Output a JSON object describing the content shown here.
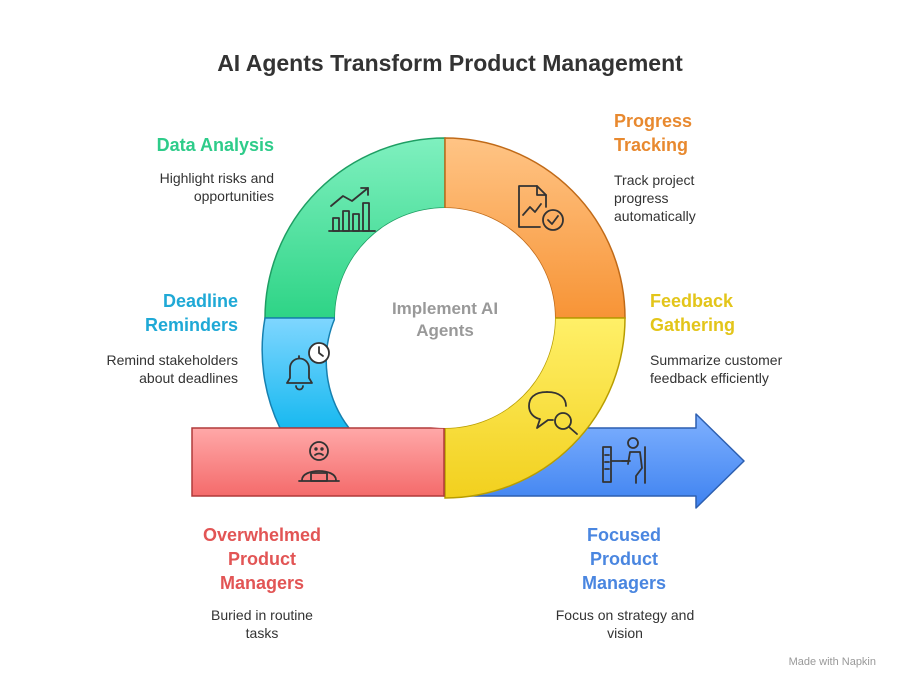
{
  "title": "AI Agents Transform Product Management",
  "center_label": "Implement AI Agents",
  "segments": {
    "data_analysis": {
      "title": "Data Analysis",
      "desc": "Highlight risks and opportunities",
      "color": "#2ECC8A"
    },
    "progress_tracking": {
      "title": "Progress Tracking",
      "desc": "Track project progress automatically",
      "color": "#E8892F"
    },
    "deadline_reminders": {
      "title": "Deadline Reminders",
      "desc": "Remind stakeholders about deadlines",
      "color": "#1FA9D6"
    },
    "feedback_gathering": {
      "title": "Feedback Gathering",
      "desc": "Summarize customer feedback efficiently",
      "color": "#E3C51A"
    }
  },
  "before": {
    "title": "Overwhelmed Product Managers",
    "desc": "Buried in routine tasks",
    "color": "#E25555"
  },
  "after": {
    "title": "Focused Product Managers",
    "desc": "Focus on strategy and vision",
    "color": "#4A86E0"
  },
  "footer": "Made with Napkin",
  "icons": [
    "chart-up-icon",
    "document-check-icon",
    "alarm-bell-icon",
    "chat-search-icon",
    "stressed-person-icon",
    "person-at-desk-icon"
  ]
}
